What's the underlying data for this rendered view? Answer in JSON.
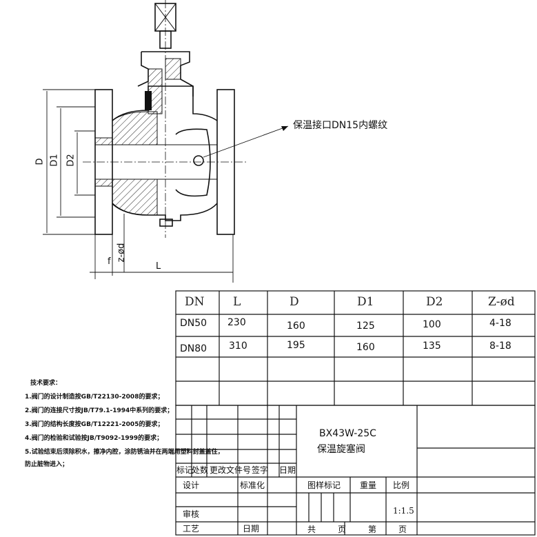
{
  "callout": {
    "text": "保温接口DN15内螺纹"
  },
  "dimensions": {
    "D": "D",
    "D1": "D1",
    "D2": "D2",
    "zd": "z-ød",
    "f": "f",
    "L": "L"
  },
  "spec_table": {
    "headers": [
      "DN",
      "L",
      "D",
      "D1",
      "D2",
      "Z-ød"
    ],
    "rows": [
      [
        "DN50",
        "230",
        "160",
        "125",
        "100",
        "4-18"
      ],
      [
        "DN80",
        "310",
        "195",
        "160",
        "135",
        "8-18"
      ]
    ]
  },
  "tech_notes": {
    "title": "技术要求：",
    "items": [
      "1.阀门的设计制造按GB/T22130-2008的要求；",
      "2.阀门的连接尺寸按JB/T79.1-1994中系列的要求；",
      "3.阀门的结构长度按GB/T12221-2005的要求；",
      "4.阀门的检验和试验按JB/T9092-1999的要求；",
      "5.试验结束后须除积水，擦净内腔，涂防锈油并在两端用塑料封盖盖住，",
      "防止脏物进入；"
    ]
  },
  "title_block": {
    "model": "BX43W-25C",
    "name": "保温旋塞阀",
    "rev_headers": [
      "标记",
      "处数",
      "更改文件号",
      "签字",
      "日期"
    ],
    "design": "设计",
    "standardize": "标准化",
    "review": "审核",
    "process": "工艺",
    "date": "日期",
    "drawing_mark": "图样标记",
    "weight": "重量",
    "scale_label": "比例",
    "scale_value": "1:1.5",
    "total": "共",
    "sheet_unit": "页",
    "sheet_no": "第",
    "sheet_unit2": "页"
  }
}
